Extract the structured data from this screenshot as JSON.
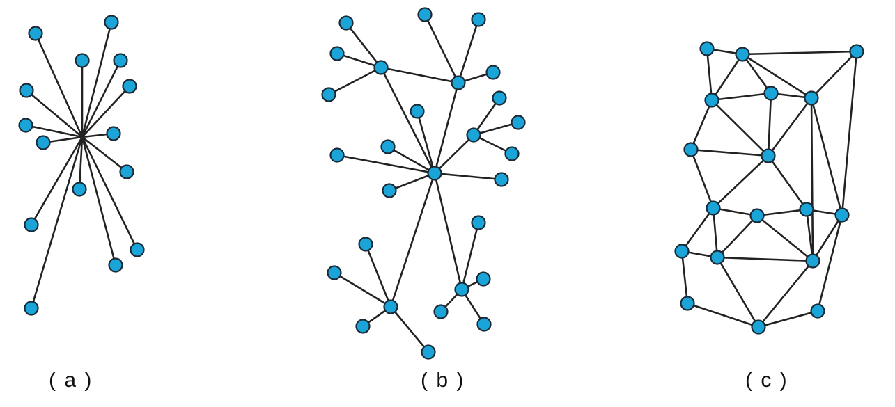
{
  "colors": {
    "node_fill": "#1AA4D8",
    "node_stroke": "#1a2a36",
    "edge": "#222222",
    "background": "#ffffff"
  },
  "panels": [
    {
      "id": "a",
      "caption": "( a )"
    },
    {
      "id": "b",
      "caption": "( b )"
    },
    {
      "id": "c",
      "caption": "( c )"
    }
  ]
}
